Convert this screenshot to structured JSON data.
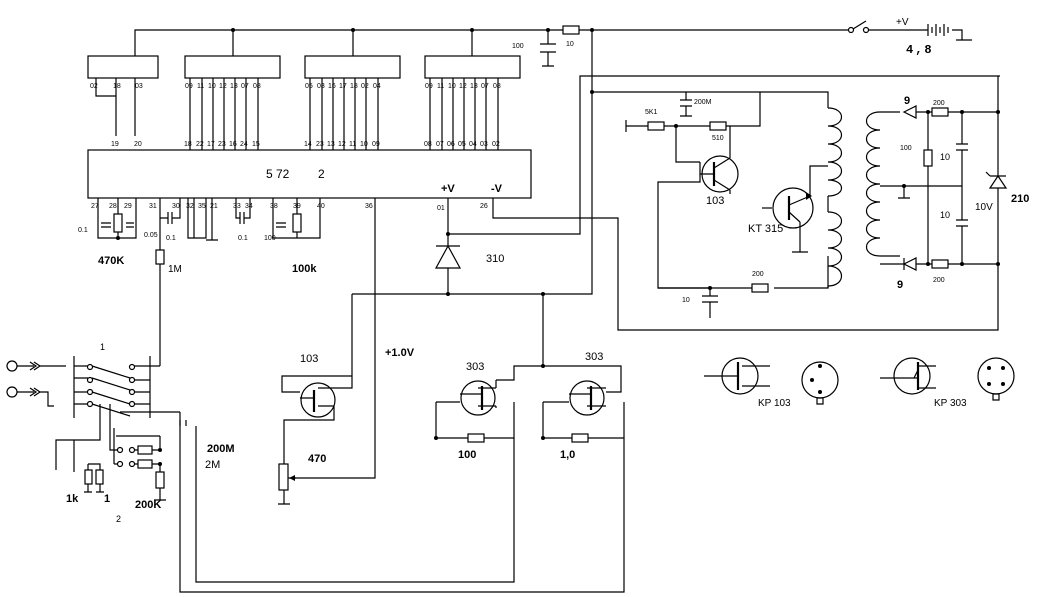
{
  "chip": {
    "name": "5 72",
    "suffix": "2",
    "vplus": "+V",
    "vminus": "-V"
  },
  "display_pins": {
    "d1_top": [
      "02",
      "18",
      "03"
    ],
    "d2_top": [
      "09",
      "11",
      "10",
      "12",
      "13",
      "07",
      "08"
    ],
    "d3_top": [
      "05",
      "03",
      "16",
      "17",
      "18",
      "02",
      "04"
    ],
    "d4_top": [
      "09",
      "11",
      "10",
      "12",
      "13",
      "07",
      "08"
    ]
  },
  "chip_pins_top": {
    "g1": [
      "19",
      "20"
    ],
    "g2": [
      "18",
      "22",
      "17",
      "23",
      "16",
      "24",
      "15"
    ],
    "g3": [
      "14",
      "23",
      "13",
      "12",
      "11",
      "10",
      "09"
    ],
    "g4": [
      "08",
      "07",
      "06",
      "05",
      "04",
      "03",
      "02"
    ]
  },
  "chip_pins_bottom": [
    "27",
    "28",
    "29",
    "31",
    "30",
    "32",
    "35",
    "21",
    "33",
    "34",
    "38",
    "39",
    "40",
    "36",
    "01",
    "26"
  ],
  "labels": {
    "supply": "+V",
    "battery": "4,8",
    "r10_top": "10",
    "c100_top": "100",
    "c01a": "0.1",
    "c005": "0.05",
    "c01b": "0.1",
    "c01c": "0.1",
    "c100b": "100",
    "r470k": "470K",
    "r1m": "1M",
    "r100k": "100k",
    "diode310": "310",
    "v10": "+1.0V",
    "q103_left": "103",
    "pot470": "470",
    "q303a": "303",
    "q303b": "303",
    "r100": "100",
    "r10b": "1,0",
    "sw1": "1",
    "sw2": "2",
    "r1k": "1k",
    "r1": "1",
    "r200k": "200K",
    "r200m": "200M",
    "r2m": "2M",
    "osc_5k1": "5K1",
    "osc_200m": "200M",
    "osc_510": "510",
    "osc_q103": "103",
    "osc_kt315": "KT 315",
    "osc_200": "200",
    "osc_c10": "10",
    "sec_9a": "9",
    "sec_200a": "200",
    "sec_100": "100",
    "sec_10a": "10",
    "sec_10b": "10",
    "sec_9b": "9",
    "sec_200b": "200",
    "sec_10v": "10V",
    "sec_210": "210",
    "kp103": "KP 103",
    "kp303": "KP 303"
  }
}
